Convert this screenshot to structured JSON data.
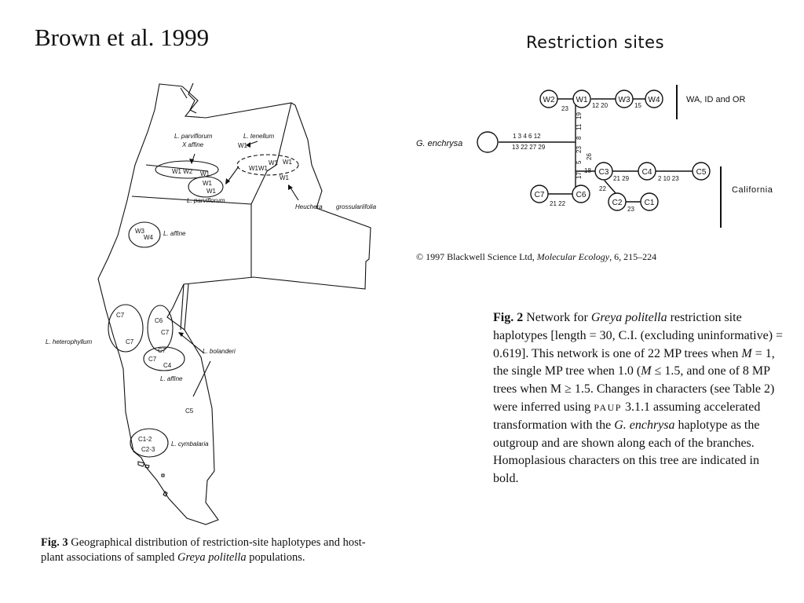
{
  "slide": {
    "title": "Brown et al. 1999"
  },
  "network": {
    "title": "Restriction  sites",
    "outgroup": "G. enchrysa",
    "nodes": {
      "W1": "W1",
      "W2": "W2",
      "W3": "W3",
      "W4": "W4",
      "C1": "C1",
      "C2": "C2",
      "C3": "C3",
      "C4": "C4",
      "C5": "C5",
      "C6": "C6",
      "C7": "C7"
    },
    "branch_labels": {
      "outgroup_top": "1  3  4  6  12",
      "outgroup_bottom": "13  22  27  29",
      "w2_w1": "23",
      "w1_w3": "12  20",
      "w3_w4": "15",
      "up_19": "19",
      "up_11": "11",
      "up_8": "8",
      "dn_23": "23",
      "dn_5": "5",
      "dn_17": "17",
      "c_26": "26",
      "c_18": "18",
      "c3_c4": "21  29",
      "c4_c5": "2  10  23",
      "c_22": "22",
      "c2_c1": "23",
      "c6_c7": "21  22"
    },
    "groups": {
      "north": "WA, ID and OR",
      "south": "California"
    }
  },
  "map": {
    "labels": {
      "parviflorum_affine_1": "L. parviflorum",
      "parviflorum_affine_2": "X affine",
      "tenellum": "L. tenellum",
      "w1_a": "W1",
      "w1_w2": "W1 W2",
      "w1_b": "W1",
      "w1_c": "W1",
      "w1_d": "W1",
      "w1w1": "W1W1",
      "w1_e": "W1",
      "w1_f": "W1",
      "w1_g": "W1",
      "parviflorum": "L.  parviflorum",
      "heuchera": "Heuchera",
      "grossularifolia": "grossulariifolia",
      "w3": "W3",
      "w4": "W4",
      "affine_n": "L. affine",
      "c7_a": "C7",
      "heterophyllum": "L. heterophyllum",
      "c7_b": "C7",
      "c6": "C6",
      "c7_c": "C7",
      "c7_d": "C7",
      "c7_e": "C7",
      "c4": "C4",
      "bolanderi": "L. bolanderi",
      "affine_s": "L. affine",
      "c5": "C5",
      "c12": "C1-2",
      "c23": "C2-3",
      "cymbalaria": "L. cymbalaria"
    }
  },
  "citation": {
    "symbol": "©",
    "text": " 1997 Blackwell Science Ltd, ",
    "journal": "Molecular Ecology",
    "pages": ", 6, 215–224"
  },
  "fig2": {
    "label": "Fig. 2",
    "t1": "  Network for ",
    "species": "Greya politella",
    "t2": " restriction site haplotypes [length = 30, C.I. (excluding uninformative) = 0.619]. This network is one of 22 MP trees when ",
    "m1": "M",
    "t3": " = 1, the single MP tree when 1.0 (",
    "m2": "M",
    "t4": " ≤ 1.5, and one of 8 MP trees when M ≥ 1.5. Changes in characters (see Table 2) were inferred using ",
    "paup": "PAUP",
    "t5": " 3.1.1 assuming accelerated transformation with the ",
    "outgroup": "G. enchrysa",
    "t6": " haplotype as the outgroup and are shown along each of the branches. Homoplasious characters on this tree are indicated in bold."
  },
  "fig3": {
    "label": "Fig. 3",
    "t1": "  Geographical distribution of restriction-site haplotypes and host-plant associations of sampled ",
    "species": "Greya politella",
    "t2": " populations."
  }
}
